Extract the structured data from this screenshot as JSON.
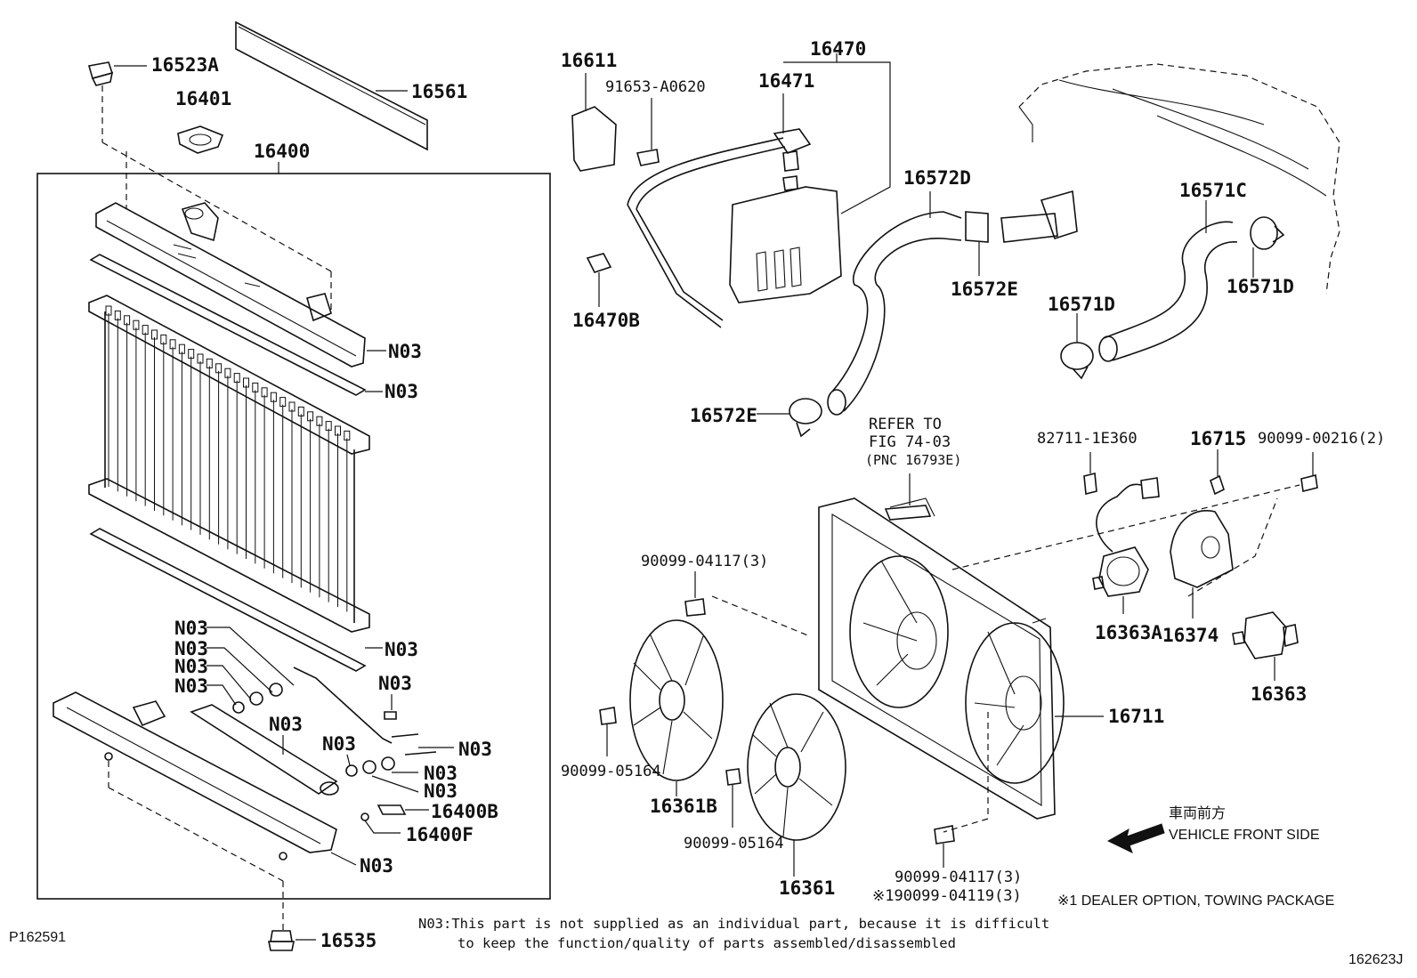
{
  "diagram_id": "P162591",
  "figure_code": "162623J",
  "part_labels": {
    "p16523A": "16523A",
    "p16401": "16401",
    "p16561": "16561",
    "p16400": "16400",
    "p16611": "16611",
    "p91653": "91653-A0620",
    "p16470": "16470",
    "p16471": "16471",
    "p16470B": "16470B",
    "p16572D": "16572D",
    "p16572E_top": "16572E",
    "p16572E_bottom": "16572E",
    "p16571C": "16571C",
    "p16571D_left": "16571D",
    "p16571D_right": "16571D",
    "p82711": "82711-1E360",
    "p16715": "16715",
    "p90099_00216": "90099-00216(2)",
    "p90099_04117_top": "90099-04117(3)",
    "p16363A": "16363A",
    "p16374": "16374",
    "p16363": "16363",
    "p16711": "16711",
    "p90099_05164_left": "90099-05164",
    "p16361B": "16361B",
    "p90099_05164_mid": "90099-05164",
    "p16361": "16361",
    "p90099_04117_bottom": "90099-04117(3)",
    "p90099_04119": "※190099-04119(3)",
    "p16400B": "16400B",
    "p16400F": "16400F",
    "p16535": "16535",
    "n03": "N03"
  },
  "refer_note": {
    "line1": "REFER TO",
    "line2": "FIG 74-03",
    "line3": "(PNC 16793E)"
  },
  "direction": {
    "japanese": "車両前方",
    "english": "VEHICLE FRONT SIDE"
  },
  "dealer_option": "※1 DEALER OPTION, TOWING PACKAGE",
  "footnote": {
    "line1": "N03:This part is not supplied as an individual part, because it is difficult",
    "line2": "to keep the function/quality of parts assembled/disassembled"
  }
}
